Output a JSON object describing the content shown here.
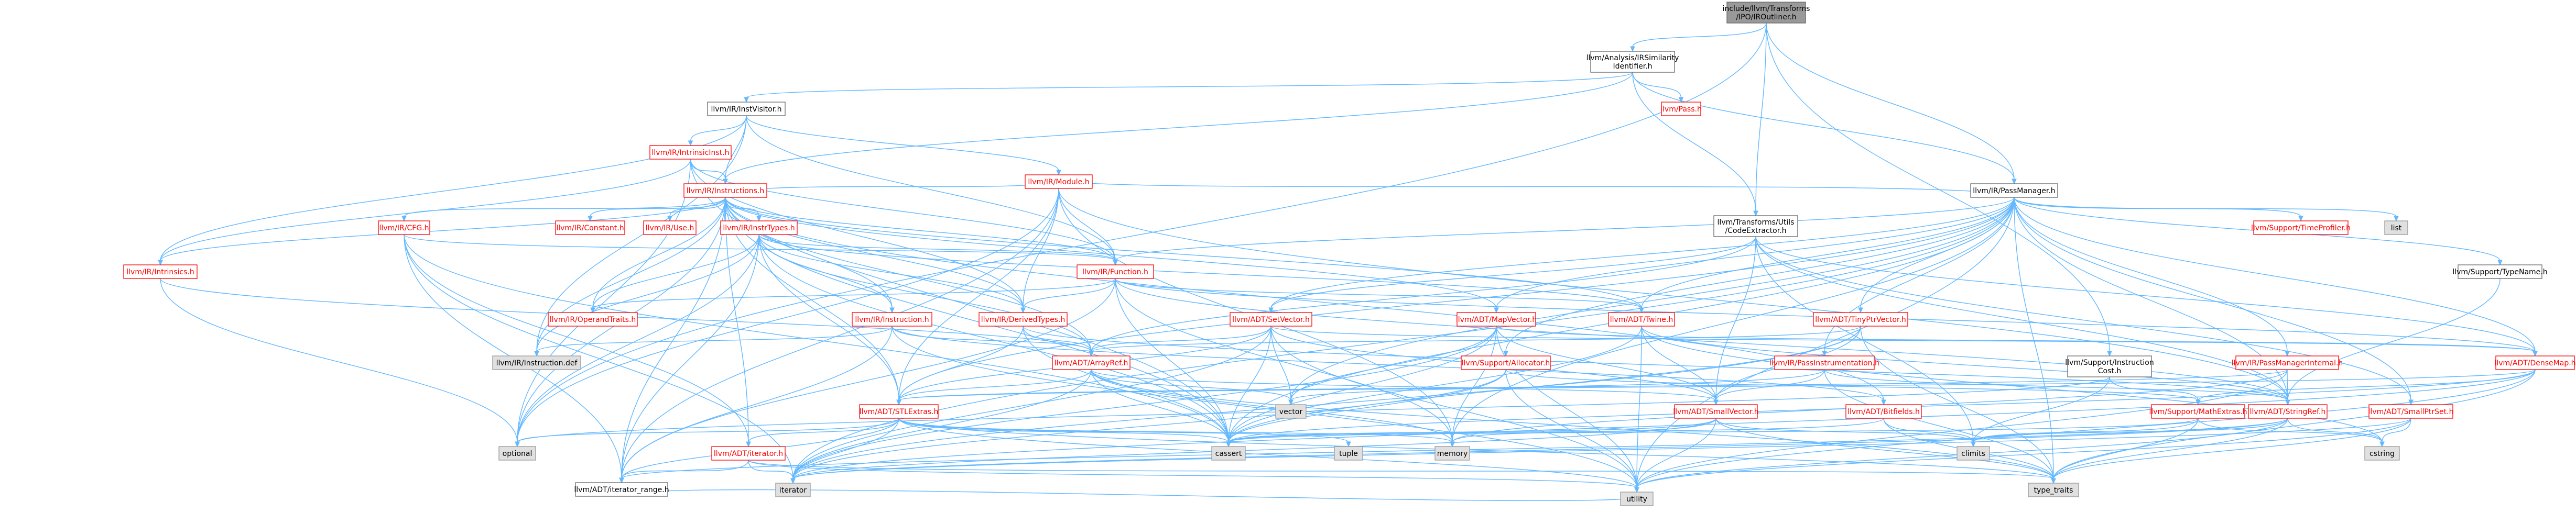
{
  "graph": {
    "title": "",
    "colors": {
      "edge": "#63b8ff",
      "root_fill": "#999999",
      "red_border": "#ff0000",
      "black_border": "#666666",
      "gray_fill": "#e0e0e0",
      "text": "#000000",
      "red_text": "#ff0000"
    },
    "nodes": [
      {
        "id": "root",
        "lines": [
          "include/llvm/Transforms",
          "/IPO/IROutliner.h"
        ],
        "style": "root"
      },
      {
        "id": "irsim",
        "lines": [
          "llvm/Analysis/IRSimilarity",
          "Identifier.h"
        ],
        "style": "black"
      },
      {
        "id": "codeext",
        "lines": [
          "llvm/Transforms/Utils",
          "/CodeExtractor.h"
        ],
        "style": "black"
      },
      {
        "id": "instcost",
        "lines": [
          "llvm/Support/Instruction",
          "Cost.h"
        ],
        "style": "black"
      },
      {
        "id": "instvisitor",
        "lines": [
          "llvm/IR/InstVisitor.h"
        ],
        "style": "black"
      },
      {
        "id": "pass",
        "lines": [
          "llvm/Pass.h"
        ],
        "style": "red"
      },
      {
        "id": "passmgr",
        "lines": [
          "llvm/IR/PassManager.h"
        ],
        "style": "black"
      },
      {
        "id": "intrinsicinst",
        "lines": [
          "llvm/IR/IntrinsicInst.h"
        ],
        "style": "red"
      },
      {
        "id": "instructions",
        "lines": [
          "llvm/IR/Instructions.h"
        ],
        "style": "red"
      },
      {
        "id": "cfg",
        "lines": [
          "llvm/IR/CFG.h"
        ],
        "style": "red"
      },
      {
        "id": "constant",
        "lines": [
          "llvm/IR/Constant.h"
        ],
        "style": "red"
      },
      {
        "id": "use",
        "lines": [
          "llvm/IR/Use.h"
        ],
        "style": "red"
      },
      {
        "id": "insttypes",
        "lines": [
          "llvm/IR/InstrTypes.h"
        ],
        "style": "red"
      },
      {
        "id": "module",
        "lines": [
          "llvm/IR/Module.h"
        ],
        "style": "red"
      },
      {
        "id": "intrinsics",
        "lines": [
          "llvm/IR/Intrinsics.h"
        ],
        "style": "red"
      },
      {
        "id": "function",
        "lines": [
          "llvm/IR/Function.h"
        ],
        "style": "red"
      },
      {
        "id": "operandtraits",
        "lines": [
          "llvm/IR/OperandTraits.h"
        ],
        "style": "red"
      },
      {
        "id": "instruction",
        "lines": [
          "llvm/IR/Instruction.h"
        ],
        "style": "red"
      },
      {
        "id": "derivedtypes",
        "lines": [
          "llvm/IR/DerivedTypes.h"
        ],
        "style": "red"
      },
      {
        "id": "instructiondef",
        "lines": [
          "llvm/IR/Instruction.def"
        ],
        "style": "gray"
      },
      {
        "id": "setvector",
        "lines": [
          "llvm/ADT/SetVector.h"
        ],
        "style": "red"
      },
      {
        "id": "mapvector",
        "lines": [
          "llvm/ADT/MapVector.h"
        ],
        "style": "red"
      },
      {
        "id": "twine",
        "lines": [
          "llvm/ADT/Twine.h"
        ],
        "style": "red"
      },
      {
        "id": "tinyptrvector",
        "lines": [
          "llvm/ADT/TinyPtrVector.h"
        ],
        "style": "red"
      },
      {
        "id": "passinstr",
        "lines": [
          "llvm/IR/PassInstrumentation.h"
        ],
        "style": "red"
      },
      {
        "id": "allocator",
        "lines": [
          "llvm/Support/Allocator.h"
        ],
        "style": "red"
      },
      {
        "id": "arrayref",
        "lines": [
          "llvm/ADT/ArrayRef.h"
        ],
        "style": "red"
      },
      {
        "id": "stlextras",
        "lines": [
          "llvm/ADT/STLExtras.h"
        ],
        "style": "red"
      },
      {
        "id": "smallvector",
        "lines": [
          "llvm/ADT/SmallVector.h"
        ],
        "style": "red"
      },
      {
        "id": "bitfields",
        "lines": [
          "llvm/ADT/Bitfields.h"
        ],
        "style": "red"
      },
      {
        "id": "iterator",
        "lines": [
          "llvm/ADT/iterator.h"
        ],
        "style": "red"
      },
      {
        "id": "iterrange",
        "lines": [
          "llvm/ADT/iterator_range.h"
        ],
        "style": "black"
      },
      {
        "id": "pmi",
        "lines": [
          "llvm/IR/PassManagerInternal.h"
        ],
        "style": "red"
      },
      {
        "id": "mathextras",
        "lines": [
          "llvm/Support/MathExtras.h"
        ],
        "style": "red"
      },
      {
        "id": "stringref",
        "lines": [
          "llvm/ADT/StringRef.h"
        ],
        "style": "red"
      },
      {
        "id": "densemap",
        "lines": [
          "llvm/ADT/DenseMap.h"
        ],
        "style": "red"
      },
      {
        "id": "smallptrset",
        "lines": [
          "llvm/ADT/SmallPtrSet.h"
        ],
        "style": "red"
      },
      {
        "id": "timeprofiler",
        "lines": [
          "llvm/Support/TimeProfiler.h"
        ],
        "style": "red"
      },
      {
        "id": "list",
        "lines": [
          "list"
        ],
        "style": "gray"
      },
      {
        "id": "typename",
        "lines": [
          "llvm/Support/TypeName.h"
        ],
        "style": "black"
      },
      {
        "id": "vector",
        "lines": [
          "vector"
        ],
        "style": "gray"
      },
      {
        "id": "optional",
        "lines": [
          "optional"
        ],
        "style": "gray"
      },
      {
        "id": "cassert",
        "lines": [
          "cassert"
        ],
        "style": "gray"
      },
      {
        "id": "memory",
        "lines": [
          "memory"
        ],
        "style": "gray"
      },
      {
        "id": "tuple",
        "lines": [
          "tuple"
        ],
        "style": "gray"
      },
      {
        "id": "climits",
        "lines": [
          "climits"
        ],
        "style": "gray"
      },
      {
        "id": "cstring",
        "lines": [
          "cstring"
        ],
        "style": "gray"
      },
      {
        "id": "iteratorstd",
        "lines": [
          "iterator"
        ],
        "style": "gray"
      },
      {
        "id": "typetraits",
        "lines": [
          "type_traits"
        ],
        "style": "gray"
      },
      {
        "id": "utility",
        "lines": [
          "utility"
        ],
        "style": "gray"
      }
    ]
  }
}
